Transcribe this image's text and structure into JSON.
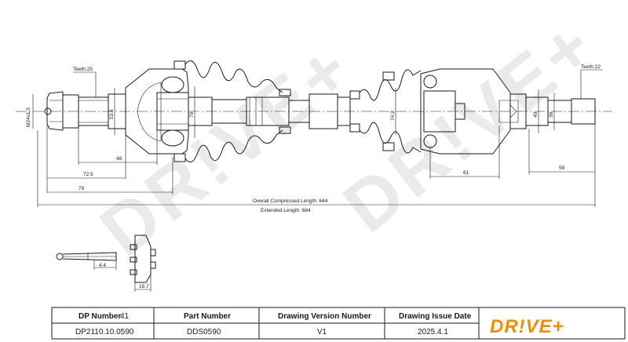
{
  "watermark": "DR!VE+",
  "drawing": {
    "left_teeth": "Teeth:25",
    "right_teeth": "Teeth:22",
    "thread": "M24x1.5",
    "dia_inner_left": "53.6",
    "dia_boot_left": "79",
    "dia_boot_right": "74.2",
    "dia_40": "40",
    "dia_36": "36",
    "dim_48": "48",
    "dim_72_5": "72.5",
    "dim_79": "79",
    "dim_61": "61",
    "dim_59": "59",
    "overall_compressed": "Overall Compressed Length: 644",
    "extended": "Extended Length: 684",
    "pin_dia": "4.4",
    "nut_width": "19.7"
  },
  "table": {
    "headers": {
      "dp_number": "DP Number",
      "dp_count": "41",
      "part_number": "Part Number",
      "drawing_version": "Drawing Version Number",
      "issue_date": "Drawing Issue Date"
    },
    "values": {
      "dp_number": "DP2110.10.0590",
      "part_number": "DDS0590",
      "drawing_version": "V1",
      "issue_date": "2025.4.1"
    }
  },
  "logo": {
    "text": "DR!VE+"
  }
}
